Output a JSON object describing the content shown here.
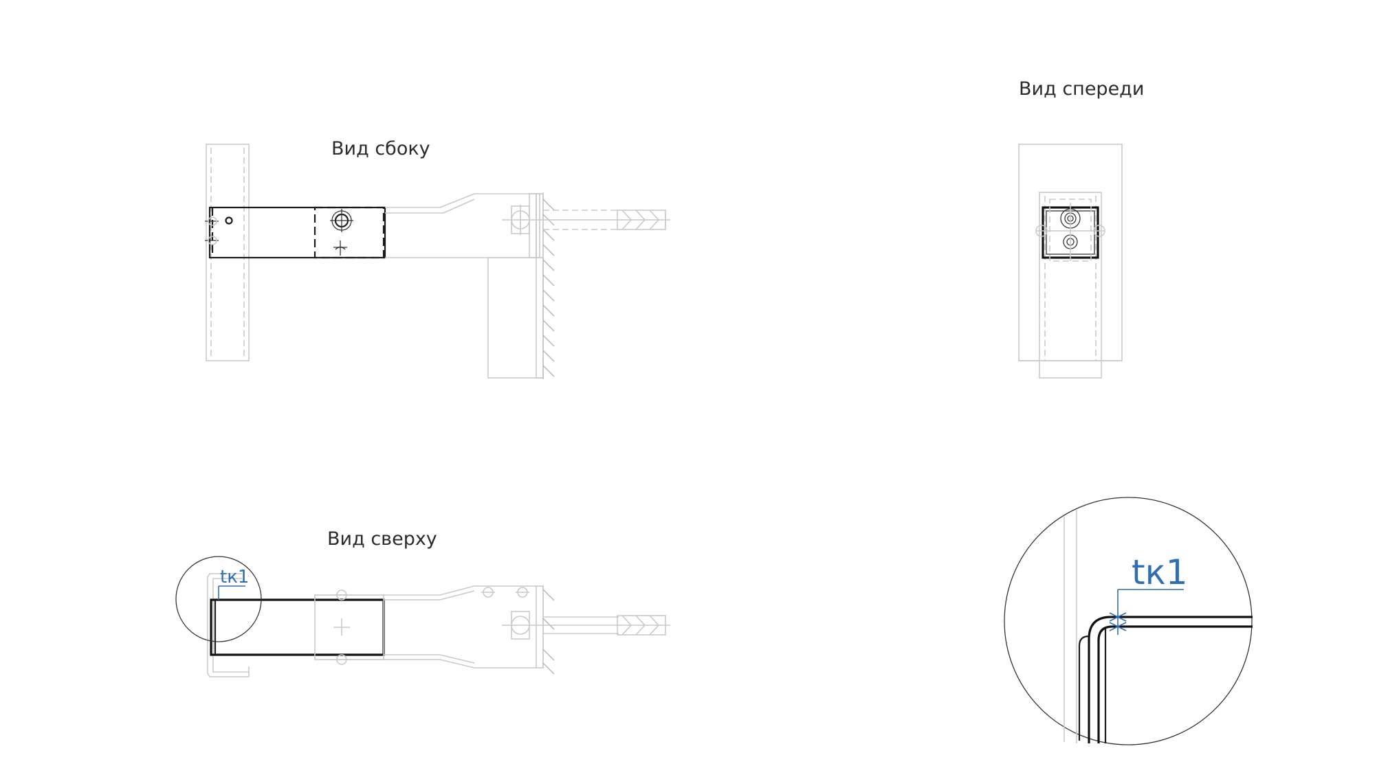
{
  "views": {
    "side_title": "Вид сбоку",
    "front_title": "Вид спереди",
    "top_title": "Вид сверху"
  },
  "callouts": {
    "top_label": "tк1",
    "detail_label": "tк1"
  },
  "colors": {
    "annotation": "#2f6fb0",
    "primary_line": "#1a1a1a",
    "secondary_line": "#c9c9c9"
  }
}
